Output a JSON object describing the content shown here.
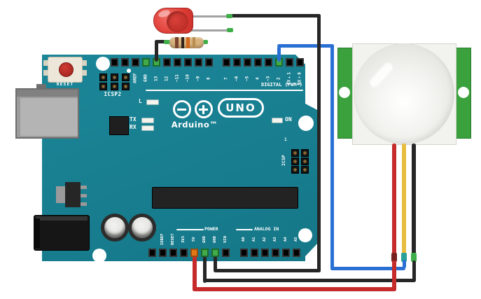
{
  "board": {
    "brand": "Arduino™",
    "model_badge": "UNO",
    "silkscreen": {
      "reset": "RESET",
      "icsp2": "ICSP2",
      "icsp": "ICSP",
      "icsp_pin1": "1",
      "led_l": "L",
      "led_tx": "TX",
      "led_rx": "RX",
      "led_on": "ON",
      "digital_header": "DIGITAL (PWM~)",
      "power_header": "POWER",
      "analog_header": "ANALOG IN"
    },
    "digital_pin_labels": [
      "AREF",
      "GND",
      "13",
      "12",
      "~11",
      "~10",
      "~9",
      "8",
      "7",
      "~6",
      "~5",
      "4",
      "~3",
      "2",
      "TX▸1",
      "RX◂0"
    ],
    "power_pin_labels": [
      "IOREF",
      "RESET",
      "3V3",
      "5V",
      "GND",
      "GND",
      "VIN"
    ],
    "analog_pin_labels": [
      "A0",
      "A1",
      "A2",
      "A3",
      "A4",
      "A5"
    ],
    "colors": {
      "pcb": "#1b8698",
      "connected_pin": "#41aa4b",
      "power_pin_tip": "#e07818"
    }
  },
  "components": {
    "led": {
      "name": "red LED",
      "color": "#e04540"
    },
    "resistor": {
      "name": "resistor",
      "body_color": "#d8b27c",
      "band_colors": [
        "#7a432e",
        "#32241c",
        "#d2691e",
        "#b98d4f"
      ]
    },
    "pir_sensor": {
      "name": "PIR motion sensor",
      "board_color": "#3aa13c",
      "dome_color": "#e9e9e5",
      "lead_colors": [
        "#c62b2b",
        "#e8bc3e",
        "#262626"
      ]
    }
  },
  "wires": [
    {
      "name": "led-cathode-to-gnd",
      "color": "#262626",
      "from": "LED",
      "to": "GND"
    },
    {
      "name": "pin13-to-resistor-led",
      "color": "#262626",
      "from": "13",
      "to": "resistor"
    },
    {
      "name": "pir-out-to-pin2",
      "color": "#2a6fd4",
      "from": "PIR OUT",
      "to": "2"
    },
    {
      "name": "pir-vcc-to-5v",
      "color": "#c62b2b",
      "from": "PIR VCC",
      "to": "5V"
    },
    {
      "name": "pir-gnd-to-gnd",
      "color": "#262626",
      "from": "PIR GND",
      "to": "GND"
    }
  ]
}
